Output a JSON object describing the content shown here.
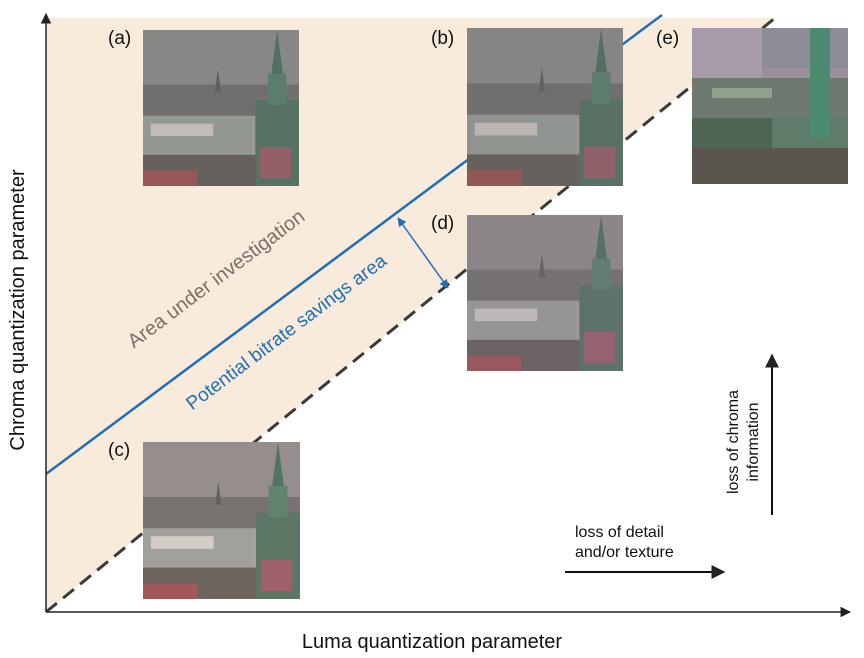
{
  "axes": {
    "x_label": "Luma quantization parameter",
    "y_label": "Chroma quantization parameter"
  },
  "regions": {
    "investigation_label": "Area under investigation",
    "savings_label": "Potential bitrate savings area"
  },
  "panels": [
    {
      "label": "(a)",
      "description_icon": "city-photo-icon"
    },
    {
      "label": "(b)",
      "description_icon": "city-photo-icon"
    },
    {
      "label": "(c)",
      "description_icon": "city-photo-icon"
    },
    {
      "label": "(d)",
      "description_icon": "city-photo-icon"
    },
    {
      "label": "(e)",
      "description_icon": "city-photo-icon"
    }
  ],
  "indicators": {
    "detail_line1": "loss of detail",
    "detail_line2": "and/or texture",
    "chroma_line1": "loss of chroma",
    "chroma_line2": "information"
  },
  "colors": {
    "region_fill": "#f9ebdc",
    "savings_line": "#1f6fb8",
    "diagonal_dash": "#3a3a3a",
    "investigation_text": "#7a6f69",
    "axis": "#222222"
  }
}
